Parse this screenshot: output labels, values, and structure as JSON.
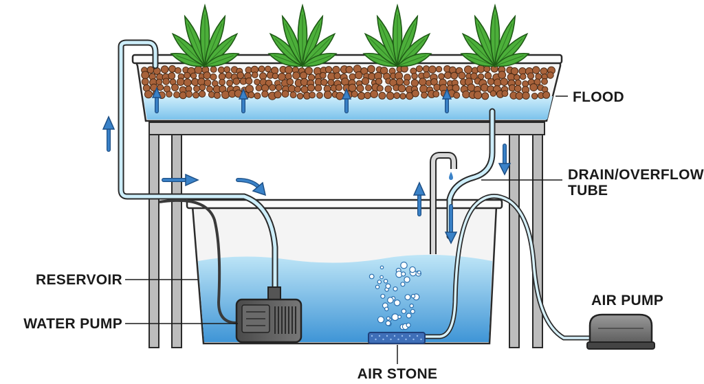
{
  "labels": {
    "flood": "FLOOD",
    "drain_line1": "DRAIN/OVERFLOW",
    "drain_line2": "TUBE",
    "reservoir": "RESERVOIR",
    "water_pump": "WATER PUMP",
    "air_pump": "AIR PUMP",
    "air_stone": "AIR STONE"
  },
  "colors": {
    "water_light": "#bfe6f7",
    "water_deep": "#3f95d6",
    "flow_arrow": "#3a82c8",
    "plant_leaf": "#4caf3a",
    "clay_pebble": "#a8623a",
    "frame": "#b9b9b9",
    "outline": "#2a2a2a"
  },
  "icons": [
    "plant-icon",
    "clay-pebble-icon",
    "water-pump-icon",
    "air-pump-icon",
    "air-stone-icon",
    "flow-arrow-icon",
    "bubble-icon"
  ]
}
